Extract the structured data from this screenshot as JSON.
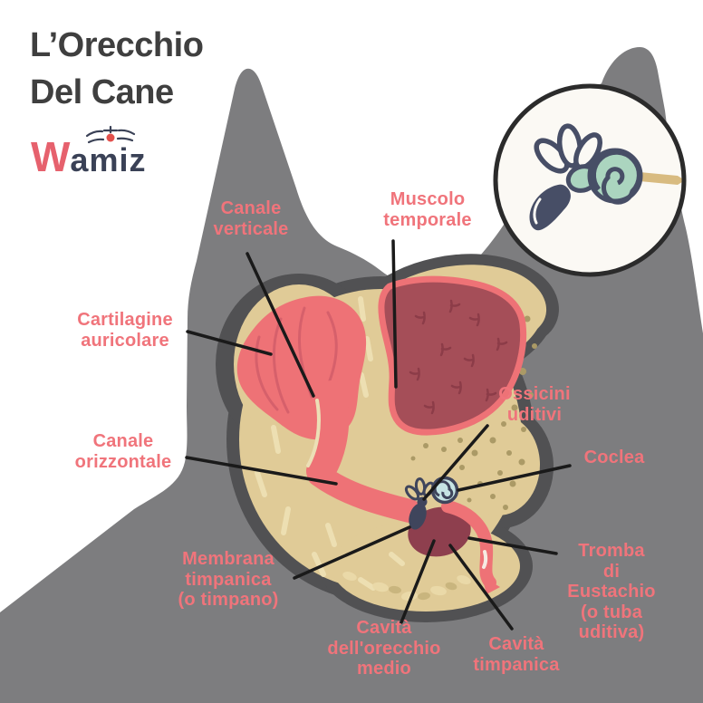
{
  "title": "L’Orecchio\nDel Cane",
  "logo": {
    "w": "W",
    "rest": "amiz"
  },
  "labels": {
    "canale_verticale": "Canale\nverticale",
    "muscolo_temporale": "Muscolo\ntemporale",
    "cartilagine_auricolare": "Cartilagine\nauricolare",
    "canale_orizzontale": "Canale\norizzontale",
    "ossicini_uditivi": "Ossicini\nuditivi",
    "coclea": "Coclea",
    "membrana_timpanica": "Membrana\ntimpanica\n(o timpano)",
    "tromba_eustachio": "Tromba\ndi Eustachio\n(o tuba uditiva)",
    "cavita_orecchio_medio": "Cavità\ndell'orecchio\nmedio",
    "cavita_timpanica": "Cavità\ntimpanica"
  },
  "colors": {
    "background": "#ffffff",
    "dog_gray": "#7d7d7f",
    "anatomy_shadow": "#515153",
    "bone": "#e0cb97",
    "bone_streak": "#eddfb2",
    "bone_speckle": "#ab9a66",
    "bone_oval_light": "#ead9a8",
    "bone_oval_dark": "#c9b57e",
    "coral": "#ee7276",
    "coral_fold": "#d6606b",
    "muscle": "#a54e58",
    "muscle_texture": "#8c3c48",
    "cavity_maroon": "#8e3f4e",
    "navy": "#3f455c",
    "cochlea_blue": "#c6e4e4",
    "inset_bg": "#fbf9f4",
    "inset_border": "#2b2b2b",
    "inset_mint": "#abd5bf",
    "inset_navy": "#474e66",
    "nerve_tan": "#d8bb80",
    "label_pink": "#f0747b",
    "title_gray": "#3f3f3f",
    "leader_line": "#1a1a1a",
    "logo_w": "#e6616d",
    "logo_text": "#3a4156",
    "logo_nose": "#e2504c"
  }
}
